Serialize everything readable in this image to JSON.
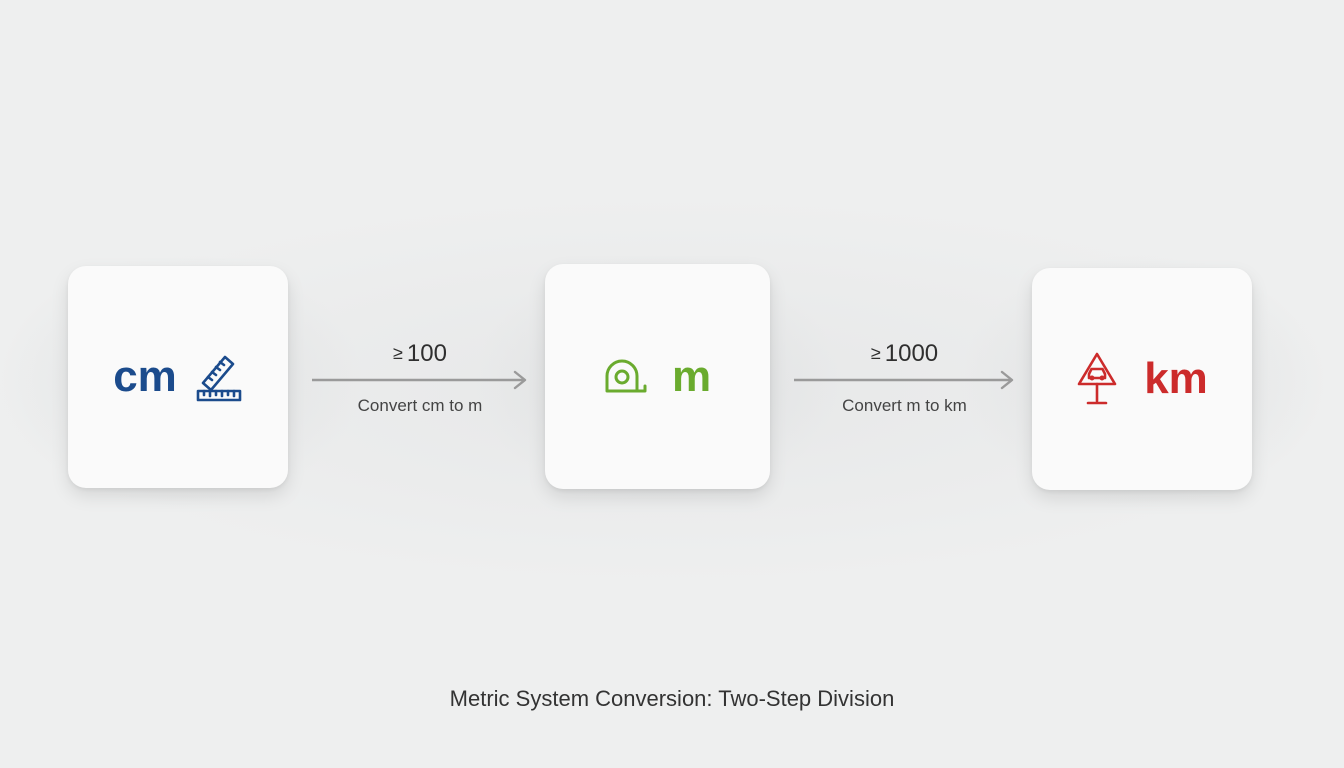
{
  "nodes": [
    {
      "id": "cm",
      "label": "cm",
      "icon": "ruler-icon",
      "color": "#1b4b8c"
    },
    {
      "id": "m",
      "label": "m",
      "icon": "tape-measure-icon",
      "color": "#6aab2e"
    },
    {
      "id": "km",
      "label": "km",
      "icon": "road-sign-car-icon",
      "color": "#cc2b2b"
    }
  ],
  "edges": [
    {
      "from": "cm",
      "to": "m",
      "symbol": "≥",
      "factor": "100",
      "label": "Convert cm to m"
    },
    {
      "from": "m",
      "to": "km",
      "symbol": "≥",
      "factor": "1000",
      "label": "Convert m to km"
    }
  ],
  "caption": "Metric System Conversion: Two-Step Division"
}
